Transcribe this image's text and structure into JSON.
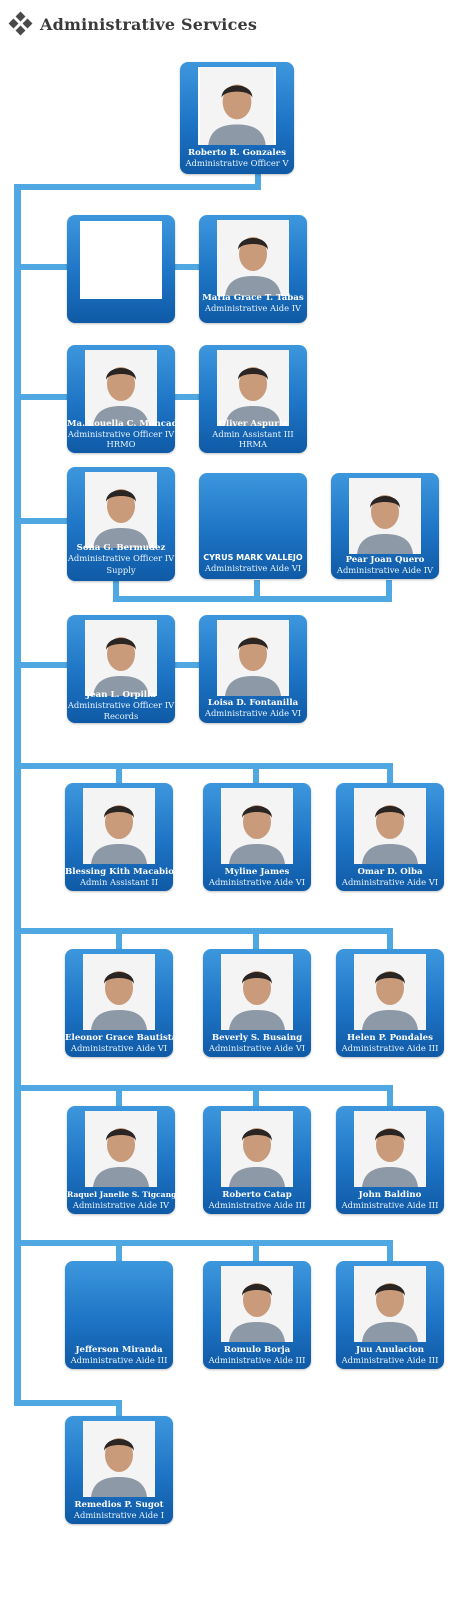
{
  "page": {
    "title": "Administrative Services"
  },
  "colors": {
    "connector": "#4fa8e2",
    "card_top": "#3d97dd",
    "card_bottom": "#0f5aa6",
    "text": "#ffffff"
  },
  "head": {
    "name": "Roberto R. Gonzales",
    "title": "Administrative Officer V"
  },
  "row1": [
    {
      "name": "",
      "title": "",
      "dept": ""
    },
    {
      "name": "Maria Grace T. Tabas",
      "title": "Administrative Aide IV",
      "dept": ""
    }
  ],
  "row2": [
    {
      "name": "Ma. Louella C. Moncada",
      "title": "Administrative Officer IV",
      "dept": "HRMO"
    },
    {
      "name": "Oliver Aspuria",
      "title": "Admin Assistant III",
      "dept": "HRMA"
    }
  ],
  "row3": [
    {
      "name": "Sofia G. Bermudez",
      "title": "Administrative Officer IV",
      "dept": "Supply"
    },
    {
      "name": "CYRUS MARK VALLEJO",
      "title": "Administrative Aide VI",
      "dept": ""
    },
    {
      "name": "Pear Joan Quero",
      "title": "Administrative Aide  IV",
      "dept": ""
    }
  ],
  "row4": [
    {
      "name": "Jean L. Orpilla",
      "title": "Administrative Officer IV",
      "dept": "Records"
    },
    {
      "name": "Loisa D. Fontanilla",
      "title": "Administrative Aide VI",
      "dept": ""
    }
  ],
  "row5": [
    {
      "name": "Blessing Kith Macabio",
      "title": "Admin Assistant II"
    },
    {
      "name": "Myline James",
      "title": "Administrative Aide VI"
    },
    {
      "name": "Omar D. Olba",
      "title": "Administrative Aide VI"
    }
  ],
  "row6": [
    {
      "name": "Eleonor Grace Bautista",
      "title": "Administrative Aide VI"
    },
    {
      "name": "Beverly S. Busaing",
      "title": "Administrative Aide VI"
    },
    {
      "name": "Helen P. Pondales",
      "title": "Administrative Aide III"
    }
  ],
  "row7": [
    {
      "name": "Raquel Janelle S. Tigcangay",
      "title": "Administrative Aide IV"
    },
    {
      "name": "Roberto Catap",
      "title": "Administrative Aide III"
    },
    {
      "name": "John Baldino",
      "title": "Administrative Aide III"
    }
  ],
  "row8": [
    {
      "name": "Jefferson Miranda",
      "title": "Administrative Aide III"
    },
    {
      "name": "Romulo  Borja",
      "title": "Administrative Aide III"
    },
    {
      "name": "Juu Anulacion",
      "title": "Administrative Aide III"
    }
  ],
  "row9": [
    {
      "name": "Remedios P. Sugot",
      "title": "Administrative Aide I"
    }
  ]
}
